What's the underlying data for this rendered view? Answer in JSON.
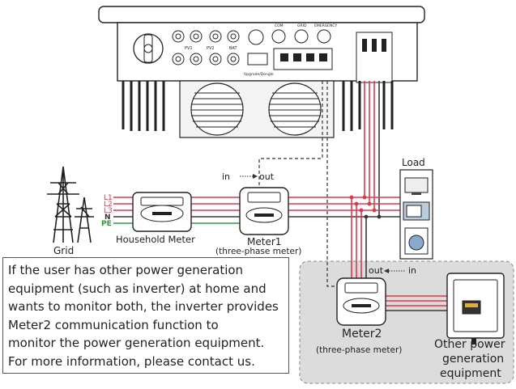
{
  "labels": {
    "load": "Load",
    "grid": "Grid",
    "household_meter": "Household Meter",
    "meter1": "Meter1",
    "meter1_sub": "(three-phase meter)",
    "meter2": "Meter2",
    "meter2_sub": "(three-phase meter)",
    "in": "in",
    "out": "out",
    "other_power_lines": [
      "Other power",
      "generation",
      "equipment"
    ]
  },
  "lines": {
    "L1": "L1",
    "L2": "L2",
    "L3": "L3",
    "N": "N",
    "PE": "PE"
  },
  "inverter_labels": {
    "pv1": "PV1",
    "pv2": "PV2",
    "bat": "BAT",
    "upgrade": "Upgrade/Dongle",
    "com": "COM",
    "grid": "GRID",
    "emergency": "EMERGENCY"
  },
  "note_lines": [
    "If the user has other power generation",
    "equipment (such as inverter) at home and",
    "wants to monitor both, the inverter provides",
    "Meter2 communication function to",
    "monitor the power generation equipment.",
    "For more information, please contact us."
  ],
  "colors": {
    "L1": "#e8344a",
    "L2": "#e8344a",
    "L3": "#e8344a",
    "N": "#3a3a3a",
    "PE": "#2f9a3a",
    "panel_bg": "#dcdcdc"
  }
}
